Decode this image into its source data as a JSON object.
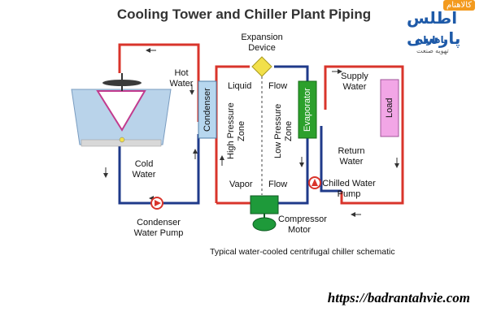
{
  "title": "Cooling Tower and Chiller Plant Piping",
  "labels": {
    "expansion_device": "Expansion Device",
    "hot_water": "Hot Water",
    "cold_water": "Cold Water",
    "condenser_water_pump": "Condenser Water Pump",
    "condenser": "Condenser",
    "liquid": "Liquid",
    "flow_top": "Flow",
    "high_pressure_zone": "High Pressure Zone",
    "low_pressure_zone": "Low Pressure Zone",
    "vapor": "Vapor",
    "flow_bottom": "Flow",
    "compressor_motor": "Compressor Motor",
    "evaporator": "Evaporator",
    "supply_water": "Supply Water",
    "load": "Load",
    "return_water": "Return Water",
    "chilled_water_pump": "Chilled Water Pump",
    "caption": "Typical water-cooled centrifugal chiller schematic"
  },
  "logo": {
    "main": "اطلس پارسی",
    "badge": "کالاهنام",
    "sub": "باداران",
    "sub2": "تهویه صنعت"
  },
  "website": "https://badrantahvie.com",
  "colors": {
    "hot_pipe": "#d9342b",
    "cold_pipe": "#1f3a8a",
    "condenser_fill": "#b7d7ef",
    "evaporator_fill": "#2ca02c",
    "load_fill": "#f2a6e6",
    "expansion_fill": "#f2e04a",
    "compressor_fill": "#1e9a3a"
  }
}
